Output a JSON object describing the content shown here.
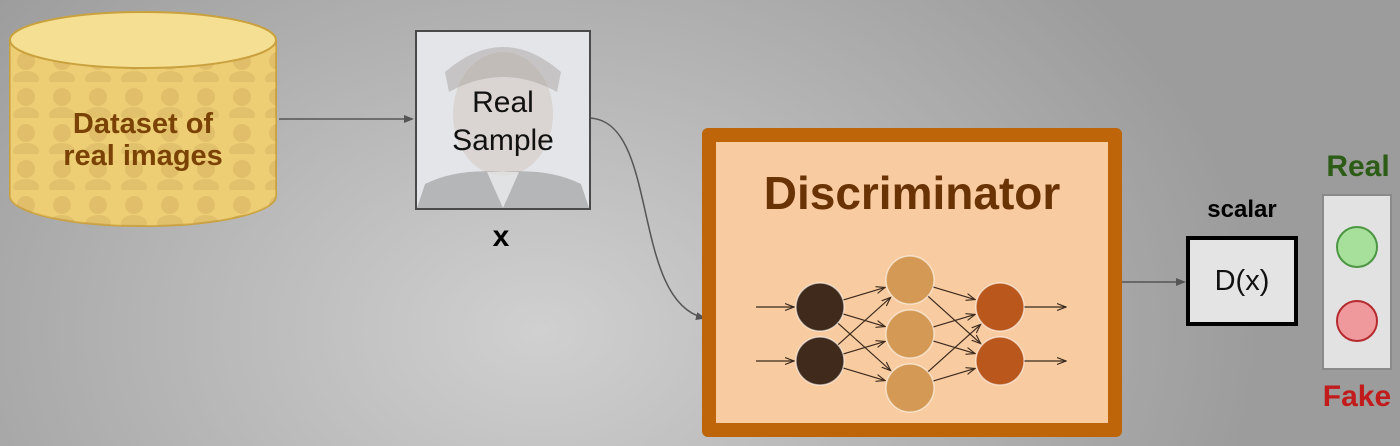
{
  "dataset": {
    "label_line1": "Dataset of",
    "label_line2": "real images"
  },
  "sample": {
    "label_line1": "Real",
    "label_line2": "Sample",
    "variable": "x"
  },
  "discriminator": {
    "title": "Discriminator",
    "network_layers": [
      2,
      3,
      2
    ]
  },
  "output": {
    "type_label": "scalar",
    "value_label": "D(x)"
  },
  "decision": {
    "real_label": "Real",
    "fake_label": "Fake"
  },
  "colors": {
    "dataset_fill": "#f2d77f",
    "dataset_text": "#7a4305",
    "discriminator_border": "#bd6508",
    "discriminator_fill": "#f9cba0",
    "discriminator_title": "#6a3306",
    "node_layer1": "#3f2a1c",
    "node_layer2": "#d49a55",
    "node_layer3": "#b9571c",
    "real_color": "#2d5c17",
    "fake_color": "#c21b1b"
  }
}
